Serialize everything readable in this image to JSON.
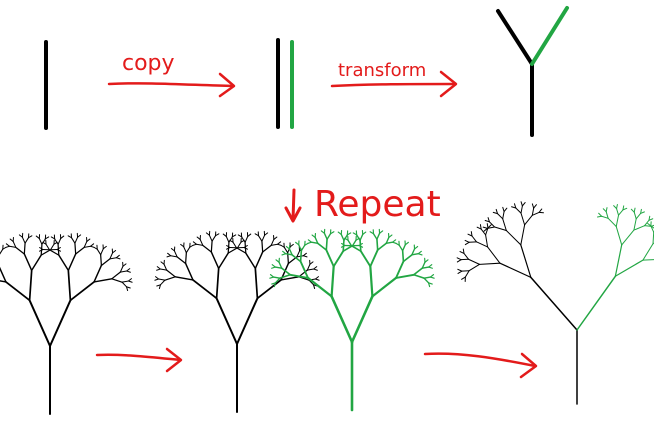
{
  "labels": {
    "copy": "copy",
    "transform": "transform",
    "repeat": "Repeat"
  },
  "colors": {
    "original": "#000000",
    "copy": "#22a643",
    "annotation": "#e31b1b",
    "background": "#ffffff"
  },
  "fractal": {
    "branch_angle_deg": 28,
    "scale": 0.6,
    "depth": 6
  }
}
